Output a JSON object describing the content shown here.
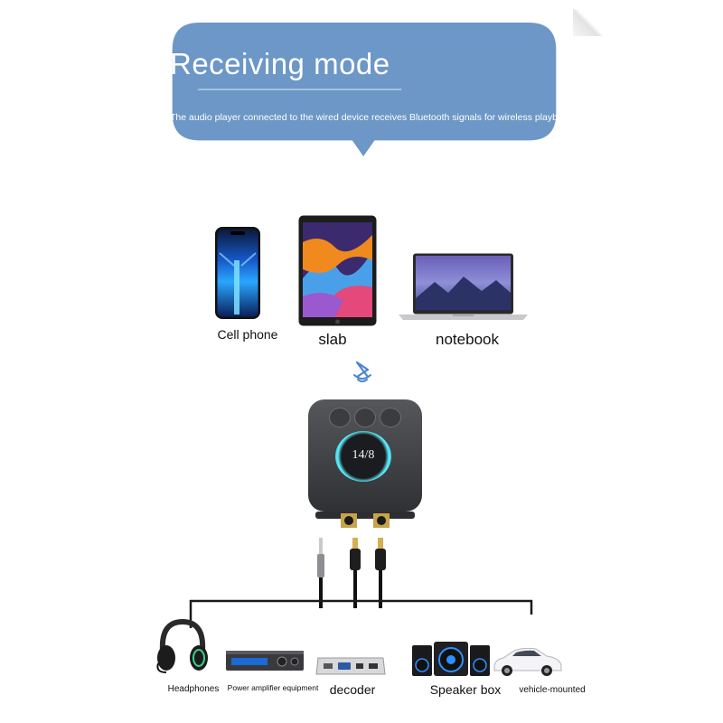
{
  "header": {
    "title": "Receiving mode",
    "description": "The audio player connected to the wired device receives Bluetooth signals for wireless playback"
  },
  "sources": [
    {
      "label": "Cell phone"
    },
    {
      "label": "slab"
    },
    {
      "label": "notebook"
    }
  ],
  "receiver": {
    "badge": "14/8"
  },
  "outputs": [
    {
      "label": "Headphones"
    },
    {
      "label": "Power amplifier equipment"
    },
    {
      "label": "decoder"
    },
    {
      "label": "Speaker box"
    },
    {
      "label": "vehicle-mounted"
    }
  ],
  "colors": {
    "bubble": "#6c97c6",
    "bluetooth": "#4a84d0",
    "device_body": "#424448",
    "ring_glow": "#3fd4ea",
    "line": "#1a1a1a"
  },
  "icons": {
    "wireless": "bluetooth-signal-icon"
  }
}
